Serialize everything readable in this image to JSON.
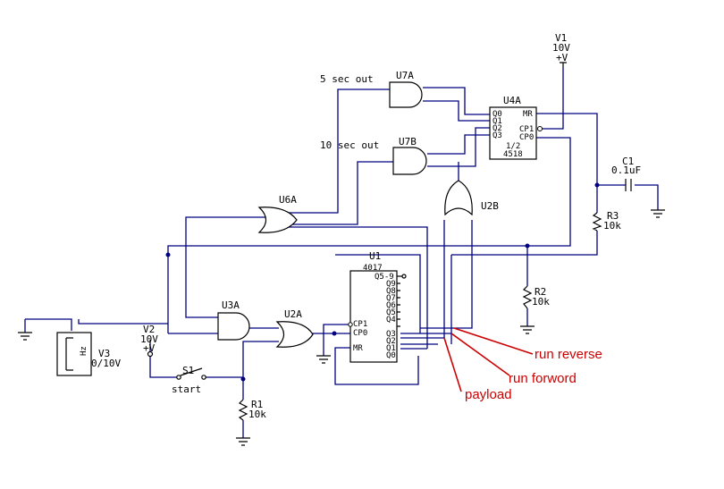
{
  "labels": {
    "five_sec_out": "5 sec out",
    "ten_sec_out": "10 sec out",
    "u7a": "U7A",
    "u7b": "U7B",
    "u6a": "U6A",
    "u4a": "U4A",
    "u2b": "U2B",
    "u3a": "U3A",
    "u2a": "U2A",
    "u1": "U1",
    "v1": "V1",
    "v1_val": "10V",
    "v1_plus": "+V",
    "v2": "V2",
    "v2_val": "10V",
    "v2_plus": "+V",
    "v3": "V3",
    "v3_val": "0/10V",
    "v3_hz": "Hz",
    "c1": "C1",
    "c1_val": "0.1uF",
    "r1": "R1",
    "r1_val": "10k",
    "r2": "R2",
    "r2_val": "10k",
    "r3": "R3",
    "r3_val": "10k",
    "s1": "S1",
    "start": "start",
    "run_reverse": "run reverse",
    "run_forward": "run forword",
    "payload": "payload"
  },
  "u4a_pins": {
    "q0": "Q0",
    "q1": "Q1",
    "q2": "Q2",
    "q3": "Q3",
    "mr": "MR",
    "cp1": "CP1",
    "cp0": "CP0",
    "half": "1/2",
    "part": "4518"
  },
  "u1_pins": {
    "part": "4017",
    "q59": "Q5-9",
    "q9": "Q9",
    "q8": "Q8",
    "q7": "Q7",
    "q6": "Q6",
    "q5": "Q5",
    "q4": "Q4",
    "q3": "Q3",
    "q2": "Q2",
    "q1": "Q1",
    "q0": "Q0",
    "cp1": "CP1",
    "cp0": "CP0",
    "mr": "MR"
  }
}
